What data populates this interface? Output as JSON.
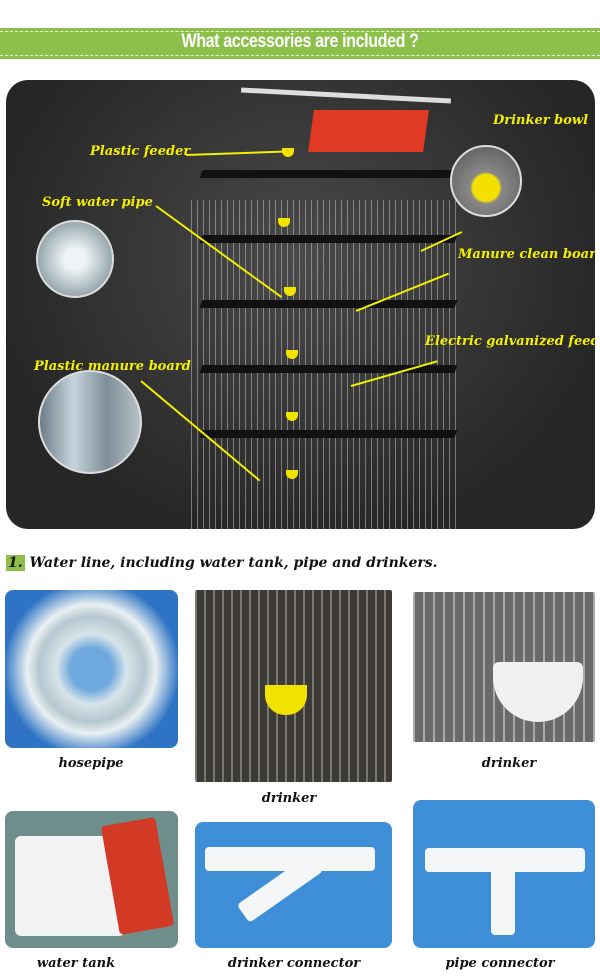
{
  "banner": {
    "title": "What accessories are included ?",
    "color": "#8cc04b"
  },
  "overview": {
    "labels": {
      "plastic_feeder": "Plastic feeder",
      "drinker_bowl": "Drinker bowl",
      "soft_water_pipe": "Soft water pipe",
      "manure_clean_board": "Manure clean board",
      "plastic_manure_board": "Plastic  manure board",
      "electric_galvanized_feeder": "Electric galvanized feeder"
    },
    "label_color": "#f5f000"
  },
  "section1": {
    "number": "1.",
    "title": "Water line, including water tank, pipe and drinkers."
  },
  "items": [
    {
      "caption": "hosepipe"
    },
    {
      "caption": "drinker"
    },
    {
      "caption": "drinker"
    },
    {
      "caption": "water tank"
    },
    {
      "caption": "drinker connector"
    },
    {
      "caption": "pipe connector"
    }
  ]
}
